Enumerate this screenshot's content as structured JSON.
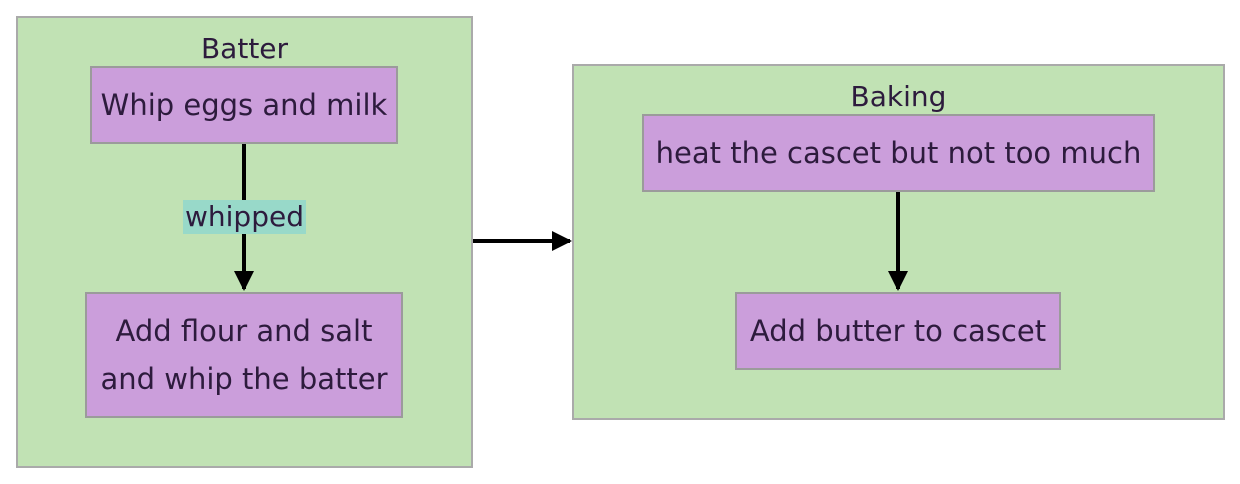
{
  "colors": {
    "cluster_fill": "#c1e2b4",
    "node_fill": "#cb9edb",
    "edge_label_bg": "#98d9c9",
    "edge_stroke": "#000000"
  },
  "clusters": {
    "batter": {
      "title": "Batter"
    },
    "baking": {
      "title": "Baking"
    }
  },
  "nodes": {
    "whip_eggs": {
      "label": "Whip eggs and milk"
    },
    "add_flour": {
      "line1": "Add flour and salt",
      "line2": "and whip the batter"
    },
    "heat_cascet": {
      "label": "heat the cascet but not too much"
    },
    "add_butter": {
      "label": "Add butter to cascet"
    }
  },
  "edges": {
    "whip_to_flour": {
      "label": "whipped"
    }
  }
}
